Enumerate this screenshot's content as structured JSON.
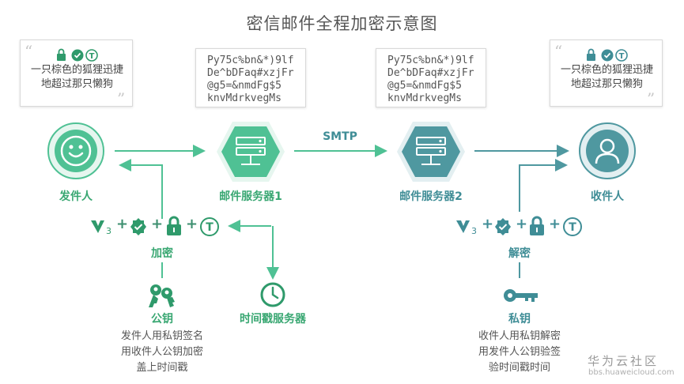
{
  "title": "密信邮件全程加密示意图",
  "plaintext_lines": [
    "一只棕色的狐狸迅捷",
    "地超过那只懒狗"
  ],
  "ciphertext_lines": [
    "Py75c%bn&*)9lf",
    "De^bDFaq#xzjFr",
    "@g5=&nmdFg$5",
    "knvMdrkvegMs"
  ],
  "nodes": {
    "sender": "发件人",
    "server1": "邮件服务器1",
    "server2": "邮件服务器2",
    "receiver": "收件人"
  },
  "protocol": "SMTP",
  "encrypt": {
    "label": "加密",
    "v_subscript": "3",
    "plus": "+",
    "key_label": "公钥",
    "key_desc": [
      "发件人用私钥签名",
      "用收件人公钥加密",
      "盖上时间戳"
    ],
    "tsa_label": "时间戳服务器"
  },
  "decrypt": {
    "label": "解密",
    "v_subscript": "3",
    "plus": "+",
    "key_label": "私钥",
    "key_desc": [
      "收件人用私钥解密",
      "用发件人公钥验签",
      "验时间戳时间"
    ]
  },
  "watermark": {
    "brand": "华为云社区",
    "url": "bbs.huaweicloud.com"
  },
  "icons": {
    "sender": "smiley-icon",
    "receiver": "user-icon",
    "server": "server-icon",
    "lock": "lock-icon",
    "verified": "verified-badge-icon",
    "timestamp": "timestamp-t-icon",
    "v3": "v3-logo-icon",
    "key": "key-icon",
    "keys": "keys-icon",
    "clock": "clock-icon"
  },
  "colors": {
    "green": "#39a772",
    "teal": "#3f8d96",
    "mint": "#4fc194",
    "gray_title": "#555555"
  }
}
